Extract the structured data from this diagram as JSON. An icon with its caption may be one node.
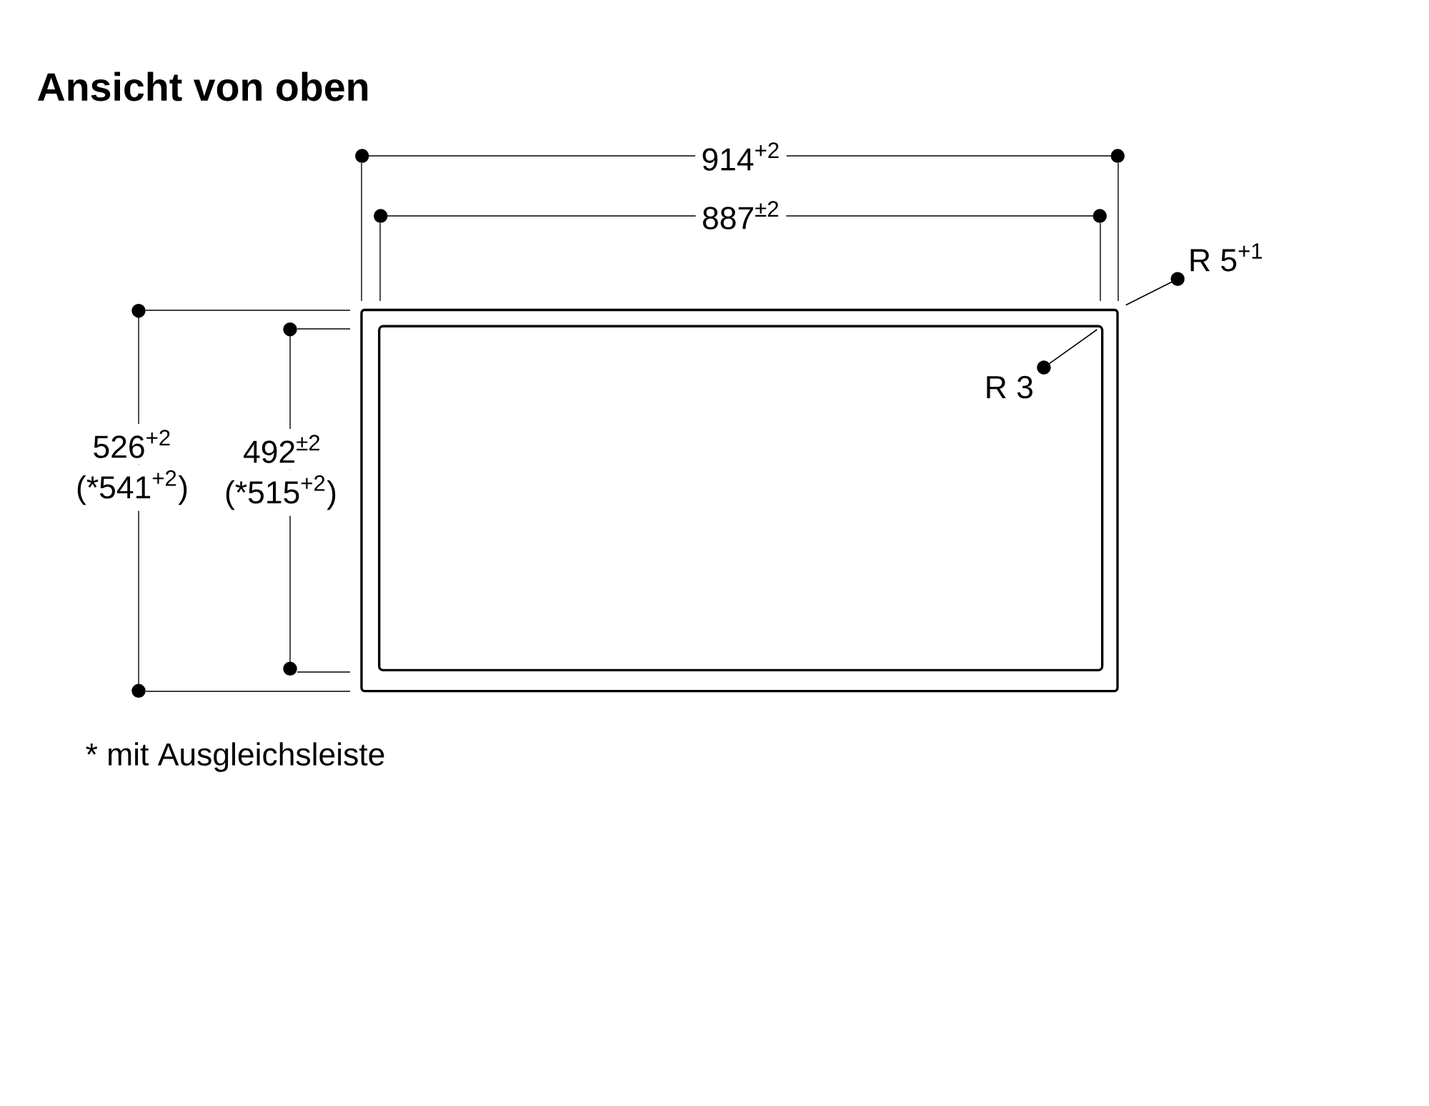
{
  "diagram": {
    "title": "Ansicht von oben",
    "nodes": [
      {
        "text": [],
        "shape": "box"
      },
      {
        "text": [],
        "shape": "box",
        "in": 0
      },
      {
        "text": [
          "R 5$^{+1}$"
        ]
      },
      {
        "text": [
          "R 3"
        ],
        "in": 1
      }
    ],
    "edges": [
      {
        "from": 2,
        "to": 0,
        "arrow": "other"
      },
      {
        "from": 3,
        "to": 1,
        "arrow": "other"
      }
    ],
    "labels": [
      "914$^{+2}$",
      "887$^{±2}$",
      "526$^{+2}$",
      "(*541$^{+2}$)",
      "492$^{±2}$",
      "(*515$^{+2}$)",
      "* mit Ausgleichsleiste"
    ]
  }
}
